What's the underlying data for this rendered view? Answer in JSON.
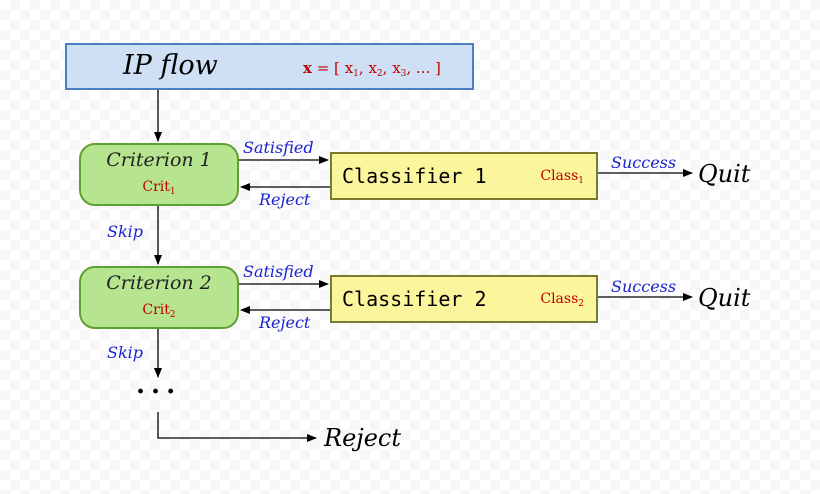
{
  "ip_flow": {
    "title": "IP flow",
    "formula_bold": "x",
    "formula_open": " = [ ",
    "x1": "x",
    "x1_sub": "1",
    "sep1": ", ",
    "x2": "x",
    "x2_sub": "2",
    "sep2": ", ",
    "x3": "x",
    "x3_sub": "3",
    "formula_close": ", ... ]"
  },
  "criteria": [
    {
      "title": "Criterion 1",
      "sub_main": "Crit",
      "sub_index": "1"
    },
    {
      "title": "Criterion 2",
      "sub_main": "Crit",
      "sub_index": "2"
    }
  ],
  "classifiers": [
    {
      "title": "Classifier 1",
      "sub_main": "Class",
      "sub_index": "1"
    },
    {
      "title": "Classifier 2",
      "sub_main": "Class",
      "sub_index": "2"
    }
  ],
  "edges": {
    "satisfied": "Satisfied",
    "reject": "Reject",
    "success": "Success",
    "skip": "Skip"
  },
  "terminals": {
    "quit": "Quit",
    "reject": "Reject",
    "ellipsis": "..."
  },
  "colors": {
    "ip_fill": "#cfe0f5",
    "ip_border": "#4a7fc1",
    "criterion_fill": "#b7e58f",
    "criterion_border": "#5fa032",
    "classifier_fill": "#fbf59b",
    "classifier_border": "#7a7a30",
    "edge_label": "#1a23cc",
    "subscript_red": "#c00000"
  }
}
